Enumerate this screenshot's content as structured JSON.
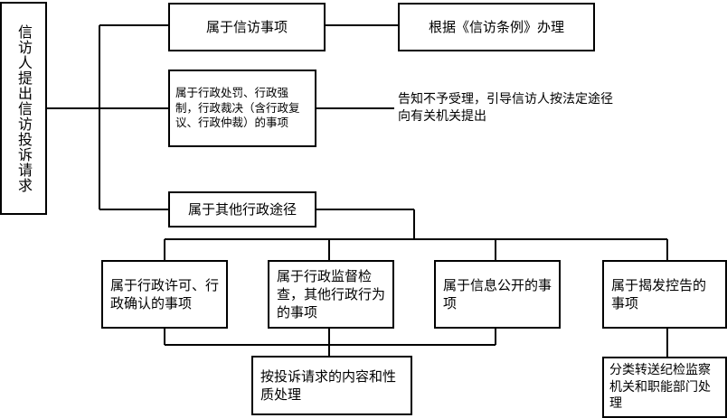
{
  "root": {
    "label": "信访人提出信访投诉请求"
  },
  "branch_petition": {
    "label": "属于信访事项",
    "result": "根据《信访条例》办理"
  },
  "branch_admin_action": {
    "label": "属于行政处罚、行政强制，行政裁决（含行政复议、行政仲裁）的事项",
    "result": "告知不予受理，引导信访人按法定途径向有关机关提出"
  },
  "branch_other": {
    "label": "属于其他行政途径",
    "items": [
      {
        "label": "属于行政许可、行政确认的事项"
      },
      {
        "label": "属于行政监督检查，其他行政行为的事项"
      },
      {
        "label": "属于信息公开的事项"
      },
      {
        "label": "属于揭发控告的事项"
      }
    ],
    "merge_result": "按投诉请求的内容和性质处理",
    "report_result": "分类转送纪检监察机关和职能部门处理"
  }
}
